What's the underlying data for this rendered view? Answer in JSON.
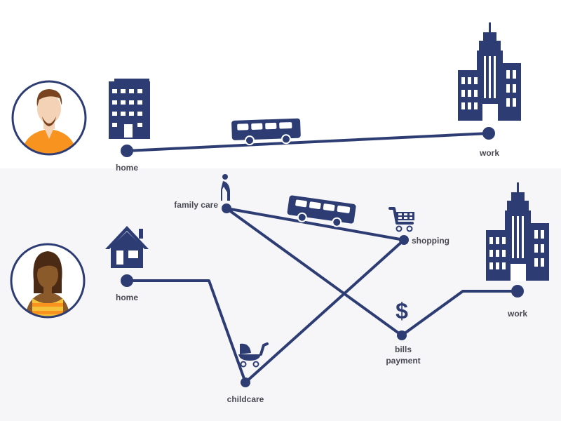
{
  "man": {
    "home_label": "home",
    "work_label": "work"
  },
  "woman": {
    "home_label": "home",
    "childcare_label": "childcare",
    "shopping_label": "shopping",
    "family_care_label": "family care",
    "bills_label_line1": "bills",
    "bills_label_line2": "payment",
    "work_label": "work",
    "dollar_symbol": "$"
  },
  "colors": {
    "navy": "#2d3d74",
    "orange": "#f7931e",
    "skin_light": "#f3d2b5",
    "skin_dark": "#8b5a2b",
    "yellow": "#f5c33b"
  }
}
